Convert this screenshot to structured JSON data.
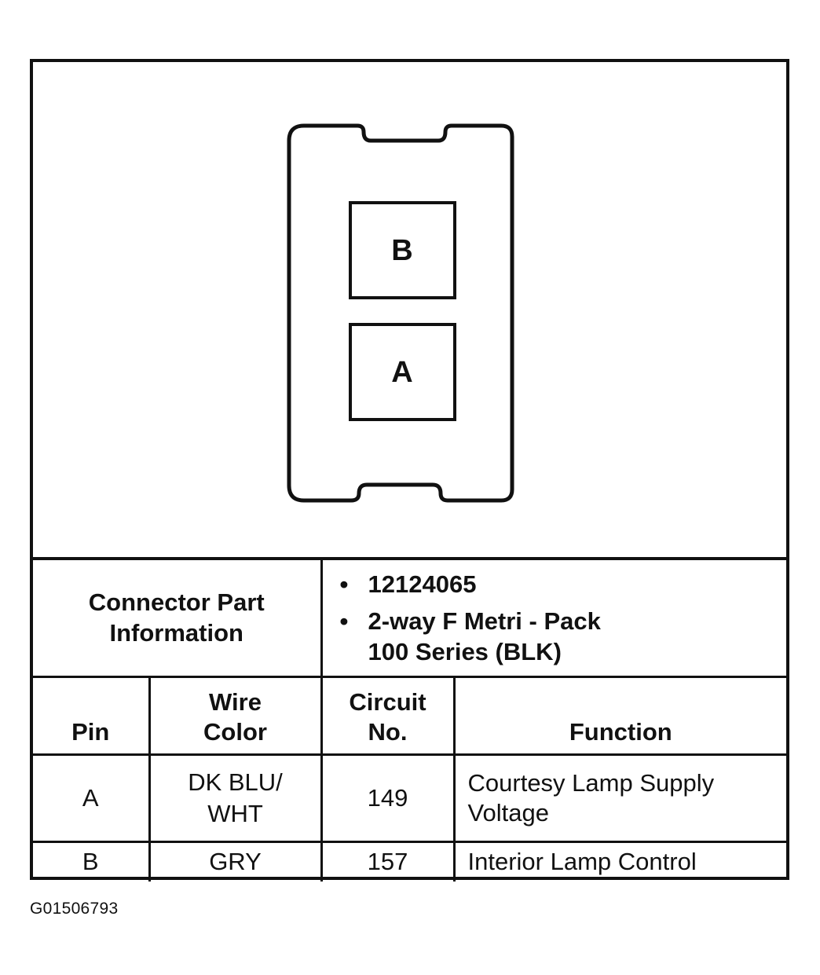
{
  "connector": {
    "cavities": [
      {
        "pin": "B"
      },
      {
        "pin": "A"
      }
    ]
  },
  "part_info": {
    "label": "Connector Part\nInformation",
    "items": [
      "12124065",
      "2-way F Metri - Pack\n100 Series (BLK)"
    ]
  },
  "table": {
    "headers": {
      "pin": "Pin",
      "wire_color": "Wire\nColor",
      "circuit": "Circuit\nNo.",
      "function": "Function"
    },
    "rows": [
      {
        "pin": "A",
        "wire_color": "DK BLU/\nWHT",
        "circuit": "149",
        "function": "Courtesy Lamp Supply\nVoltage"
      },
      {
        "pin": "B",
        "wire_color": "GRY",
        "circuit": "157",
        "function": "Interior Lamp Control"
      }
    ]
  },
  "figure_id": "G01506793"
}
